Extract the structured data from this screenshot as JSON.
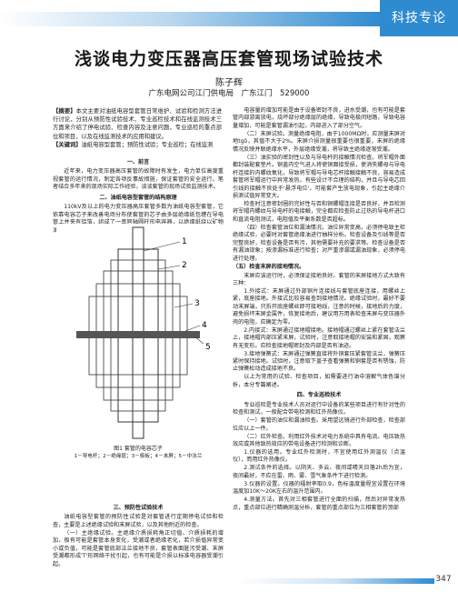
{
  "header": {
    "section_tag": "科技专论"
  },
  "article": {
    "title": "浅谈电力变压器高压套管现场试验技术",
    "author": "陈子辉",
    "affiliation": "广东电网公司江门供电局　广东江门　529000",
    "abstract_label": "【摘要】",
    "abstract_text": "本文主要对油纸电容型套管日常维护、试验和检测方法进行讨论，分别从预防性试验技术、专业巡检技术和在线监测技术三方面来介绍了停电试验、检查内容及注意问题，专业巡检的重点部位和项目，以及在线监测技术的应用和建议。",
    "keywords_label": "【关键词】",
    "keywords_text": "油纸电容型套管；预防性试验；专业巡检；在线监测"
  },
  "sections": {
    "s1_title": "一、前言",
    "s1_p1": "近年来，电力变压器高压套管的故障时有发生，电力单位高度重视套管的运行情况，制定各项反事故措施，保证套管的安全运行。笔者结合多年来的现场实际工作经验，谈谈套管的现场试验监测技术。",
    "s2_title": "二、油纸电容型套管的结构原理",
    "s2_p1": "110kV及以上的电力变压器高压套管多数为油纸电容型套管，它依靠电容芯子来改善电场分布使套管的芯子由多层绝缘纸包缠在导电管上并夹有铝箔，组成了一串同轴圆柱形电容器，以绝缘纸绕以矿物油为绝缘，如图1所示。",
    "fig_caption": "图1 套管的电容芯子",
    "fig_legend": "1－导电杆；2－绝缘层；3－极板；4－末屏；5－中法兰",
    "s3_title": "三、预防性试验技术",
    "s3_p1": "油纸电容型套管的预防性试验是对套管进行定期停电试验和检查，主要是上述绝缘试验和末屏试验，以及其他附近的检查。",
    "s3_p2": "（一）主绝缘试验。主绝缘介质损耗角正切值、介质损耗的增加，极有可能是套管本身变化，受潮或者绝缘老化，若介损值异常变小或负值，可能是套管底部法兰接地不良，套管表面脏污受潮、末屏受潮都形成'T'形网络干扰引起，也有可能是介损以标准电容器受潮引起。",
    "s3_p3": "电容量的增加可能是由于设备密封不良，进水受潮，也有可能是套管内部游离放电，烧坏部分绝缘层的绝缘，导致电极间短路，导致电容量增加，可能是套管漏油引起，内部进入了部分空气。",
    "s3_p4": "（二）末屏试验。测量绝缘电阻，由于1000MΩ时，应测量末屏对地tgδ，其值不大于2%。末屏介损测量很重要也很重要，末屏的绝缘情况反映并联绝缘水平，外层绝缘受潮，将导致主绝缘逐渐受潮。",
    "s3_p5": "（三）油实验的密封性以及与导电杆的接触情况检查。将军帽外面都封装配套垫片。铜盖内空气进入将使铜面接受损，使消失螺母与导电杆连接的内螺纹氧化，导致将军帽与导电芯杆接触接触不良，容易造成套管将军帽运行中异常发热，有些设计不合理的结构，并且与导电芯回引线的接触不良处于'悬浮电位'，可能套产生放电现象，引起主绝缘介损测试值异常变大。",
    "s3_p6": "检查时注意密封圈的完好性与否和铜螺帽连接是否良好，并且检测将军帽内螺纹与导电杆的电接触，完全都应检查防止过热的导电杆进口和直流电阻测试，电阻值及平衡系数是否超标。",
    "s3_p7": "（四）检查套管油位和漏油情况。油位异常变高，必须停电致主检绝缘试验，必要时对套管绝缘油进行抽样分析。检查设备及引线等是否完整良好，检查设备是否有污，其他需要补充的要求等。检查设备是否有漏油现象；按渗漏标准进行检查；对严重渗漏或漏油现象，必须停电进行处理。",
    "s4_title": "（五）检查末屏的接地情况。",
    "s4_p1": "末屏应该运行时，必须保证接地良好。套管的末屏接地方式大致有三种：",
    "s4_p2": "1.外接式：末屏通过外部铜片连接线与套管底座连接，用螺丝上紧，底座接地。外接式比较容易查到接地情况。绝缘试验时，最好不要动末屏端，只拆开底座螺丝即可接地线，注意的时候，接地后的力度，避免损坏末屏金属件，恢复接地后，建议用万用表检查末屏与变压器外壳的电阻，应确定为零。",
    "s4_p3": "2.内接式：末屏通过接地帽接地。接地帽通过螺丝上紧在套管法兰上，接地帽内部压紧末屏。试验时，注意取接地帽的安装和紧固，观察有无变形。应检查接地帽密封及内部是否有油迹。",
    "s4_p4": "3.接地弹簧式：末屏通过弹簧直接将外铜套压紧套管法兰，弹簧压紧时保持接地。试验时，注意取下盖子查看弹簧和铜套是否有锈蚀，防止弹簧松动造成接地不良。",
    "s4_p5": "以上为常用的试验、检查项目，如需要进行油中溶解气体色谱分析，本分专篇阐述。",
    "s5_title": "四、专业巡检技术",
    "s5_p1": "专业巡检是专业技术人员对运行中设备的某些项目进行有针对性的检查和测试，一般配合带电检测和红外热像仪。",
    "s5_p2": "（一）套管的油位和漏油检查。采用望远镜进行外部检查，检查部位应以上一件。",
    "s5_p3": "（二）红外检查。利用红外技术对电力系统中具有电流、电压致热效应或其他致热效应的带电设备进行检测和诊断。",
    "s5_p4": "1.仪器的选用。专业红外检测时，不宜使用红外测温仪（点温仪），而用红外热像仪。",
    "s5_p5": "2.测试条件的选择。以阴天、多云、夜间或晴天日落2h后为宜，夜间最好，不应在雷、雨、雾、雪气象条件下进行检测。",
    "s5_p6": "3.仪器的设置。仪器的辐射率取0.9，色标温度量程宜设置在环境温度加10K～20K左右的温升范围内。",
    "s5_p7": "4.测量方法。首先对三相套管进行全面的扫描，然后对异常发热点，重点部位进行精确测温分析，套管的重点部位为三相套管的顶部"
  },
  "page": {
    "number": "347"
  }
}
